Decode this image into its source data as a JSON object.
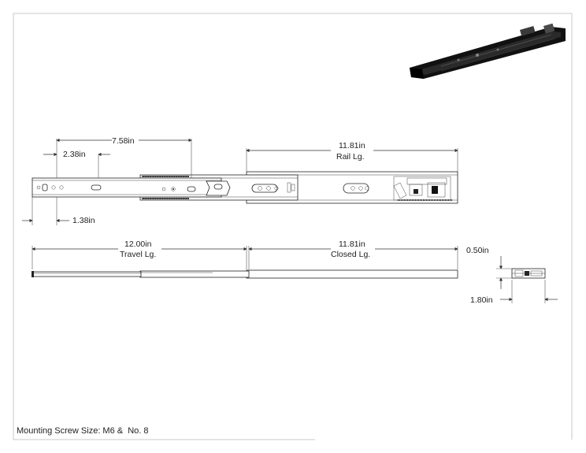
{
  "dimensions": {
    "d_758": "7.58in",
    "d_238": "2.38in",
    "d_138": "1.38in",
    "rail_len_value": "11.81in",
    "rail_len_label": "Rail Lg.",
    "travel_value": "12.00in",
    "travel_label": "Travel Lg.",
    "closed_value": "11.81in",
    "closed_label": "Closed Lg.",
    "height_value": "0.50in",
    "width_value": "1.80in"
  },
  "footer": {
    "mounting_screw": "Mounting Screw Size: M6 &  No. 8"
  },
  "colors": {
    "line": "#222222",
    "frame": "#c8c8c8",
    "render": "#111111"
  },
  "icons": {
    "iso_view": "drawer-slide-isometric-render"
  }
}
